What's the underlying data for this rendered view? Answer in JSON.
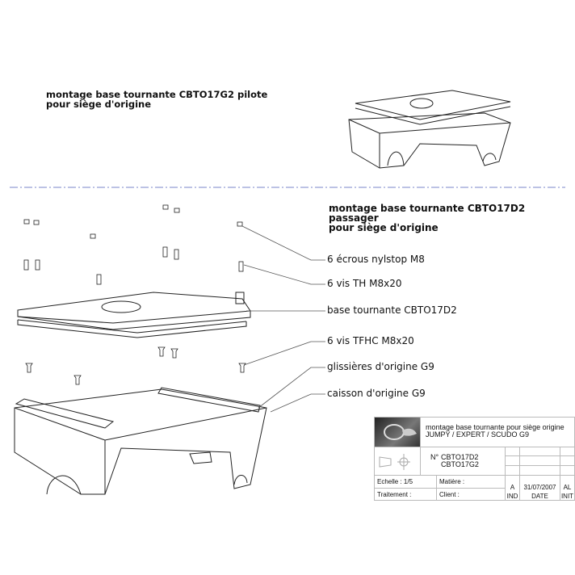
{
  "drawing_top": {
    "title_line1": "montage base tournante CBTO17G2 pilote",
    "title_line2": "pour siège d'origine"
  },
  "drawing_main": {
    "title_line1": "montage base tournante CBTO17D2 passager",
    "title_line2": "pour siège d'origine",
    "callouts": [
      "6 écrous nylstop M8",
      "6 vis TH M8x20",
      "base tournante CBTO17D2",
      "6 vis TFHC M8x20",
      "glissières d'origine G9",
      "caisson d'origine G9"
    ]
  },
  "title_block": {
    "description_line1": "montage base tournante pour siège origine",
    "description_line2": "JUMPY / EXPERT / SCUDO G9",
    "number_prefix": "N°",
    "number_line1": "CBTO17D2",
    "number_line2": "CBTO17G2",
    "scale": "Echelle : 1/5",
    "material": "Matière :",
    "treatment": "Traitement :",
    "client": "Client :",
    "revision": "A",
    "date": "31/07/2007",
    "initials": "AL",
    "col_ind": "IND",
    "col_date": "DATE",
    "col_init": "INIT"
  },
  "colors": {
    "separator": "#7a86c8",
    "line": "#222222"
  }
}
